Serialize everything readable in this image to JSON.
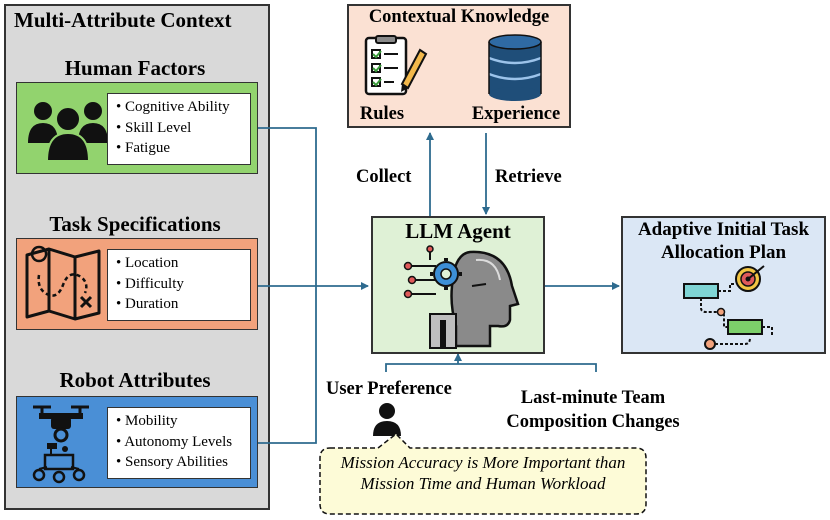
{
  "context": {
    "title": "Multi-Attribute Context",
    "human_factors": {
      "title": "Human Factors",
      "items": [
        "Cognitive Ability",
        "Skill Level",
        "Fatigue"
      ]
    },
    "task_specs": {
      "title": "Task Specifications",
      "items": [
        "Location",
        "Difficulty",
        "Duration"
      ]
    },
    "robot_attrs": {
      "title": "Robot Attributes",
      "items": [
        "Mobility",
        "Autonomy Levels",
        "Sensory Abilities"
      ]
    }
  },
  "knowledge": {
    "title": "Contextual Knowledge",
    "rules": "Rules",
    "experience": "Experience"
  },
  "edges": {
    "collect": "Collect",
    "retrieve": "Retrieve"
  },
  "agent": {
    "title": "LLM Agent"
  },
  "output": {
    "title_line1": "Adaptive Initial Task",
    "title_line2": "Allocation Plan"
  },
  "user_pref": {
    "label": "User Preference",
    "quote": "Mission Accuracy is More Important than Mission Time and Human Workload"
  },
  "team_change": {
    "line1": "Last-minute Team",
    "line2": "Composition Changes"
  },
  "colors": {
    "panel": "#d9d9d9",
    "human": "#92d36e",
    "task": "#f2a27c",
    "robot": "#4a8fd6",
    "knowledge": "#fbe1d3",
    "agent": "#dff1d6",
    "output": "#dbe7f5",
    "quote": "#fdfbd7",
    "arrow": "#2e6b8f"
  }
}
